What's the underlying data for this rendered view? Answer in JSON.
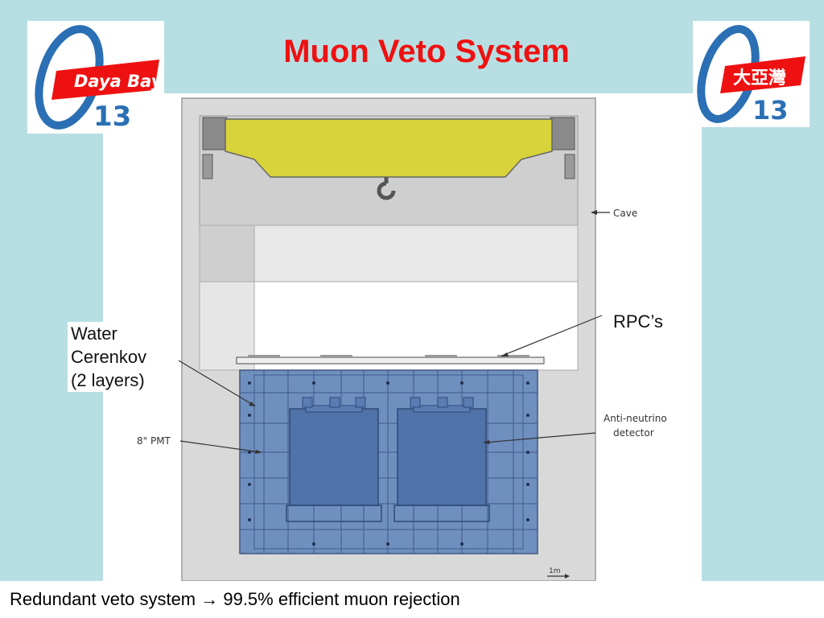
{
  "slide": {
    "title": "Muon Veto System",
    "caption": "Redundant veto system → 99.5% efficient muon rejection"
  },
  "logos": {
    "left": {
      "text": "Daya Bay",
      "number": "13",
      "icon": "theta-13-logo",
      "accent": "#ee1111",
      "ring": "#2b6fb4"
    },
    "right": {
      "text": "大亞灣",
      "number": "13",
      "icon": "theta-13-logo",
      "accent": "#ee1111",
      "ring": "#2b6fb4"
    }
  },
  "callouts": {
    "water_cerenkov": [
      "Water",
      "Cerenkov",
      "(2 layers)"
    ],
    "rpcs": "RPC’s"
  },
  "diagram": {
    "cave_label": "Cave",
    "pmt_label": "8\" PMT",
    "antineutrino_label_line1": "Anti-neutrino",
    "antineutrino_label_line2": "detector",
    "scale_label": "1m"
  },
  "colors": {
    "background": "#b7dfe3",
    "title": "#ee1111",
    "crane": "#d8d33a",
    "water_pool": "#6f8fbf",
    "detector": "#4f72a8"
  }
}
